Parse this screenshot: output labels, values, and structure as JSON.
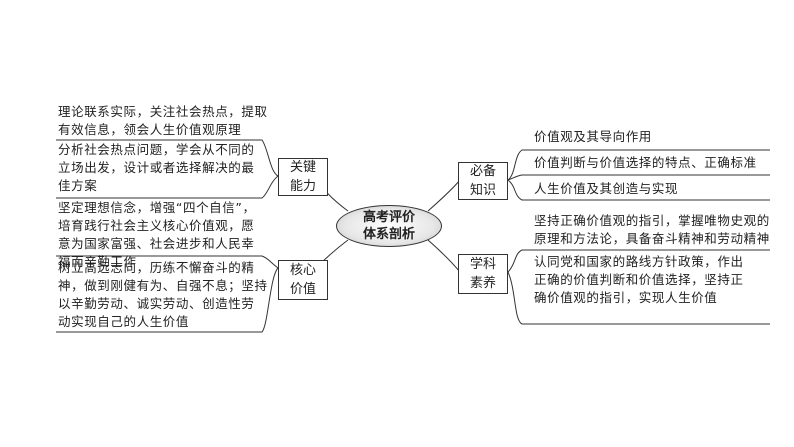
{
  "center": {
    "line1": "高考评价",
    "line2": "体系剖析"
  },
  "nodes": {
    "key_ability": {
      "line1": "关键",
      "line2": "能力"
    },
    "core_value": {
      "line1": "核心",
      "line2": "价值"
    },
    "essential_knowledge": {
      "line1": "必备",
      "line2": "知识"
    },
    "subject_literacy": {
      "line1": "学科",
      "line2": "素养"
    }
  },
  "left_texts": {
    "key_ability_1": [
      "理论联系实际，关注社会热点，提取",
      "有效信息，领会人生价值观原理"
    ],
    "key_ability_2": [
      "分析社会热点问题，学会从不同的",
      "立场出发，设计或者选择解决的最",
      "佳方案"
    ],
    "core_value_1": [
      "坚定理想信念，增强“四个自信”，",
      "培育践行社会主义核心价值观，愿",
      "意为国家富强、社会进步和人民幸",
      "福而辛勤工作"
    ],
    "core_value_2": [
      "树立高远志向，历练不懈奋斗的精",
      "神，做到刚健有为、自强不息；坚持",
      "以辛勤劳动、诚实劳动、创造性劳",
      "动实现自己的人生价值"
    ]
  },
  "right_texts": {
    "knowledge_1": [
      "价值观及其导向作用"
    ],
    "knowledge_2": [
      "价值判断与价值选择的特点、正确标准"
    ],
    "knowledge_3": [
      "人生价值及其创造与实现"
    ],
    "literacy_1": [
      "坚持正确价值观的指引，掌握唯物史观的",
      "原理和方法论，具备奋斗精神和劳动精神"
    ],
    "literacy_2": [
      "认同党和国家的路线方针政策，作出",
      "正确的价值判断和价值选择，坚持正",
      "确价值观的指引，实现人生价值"
    ]
  }
}
